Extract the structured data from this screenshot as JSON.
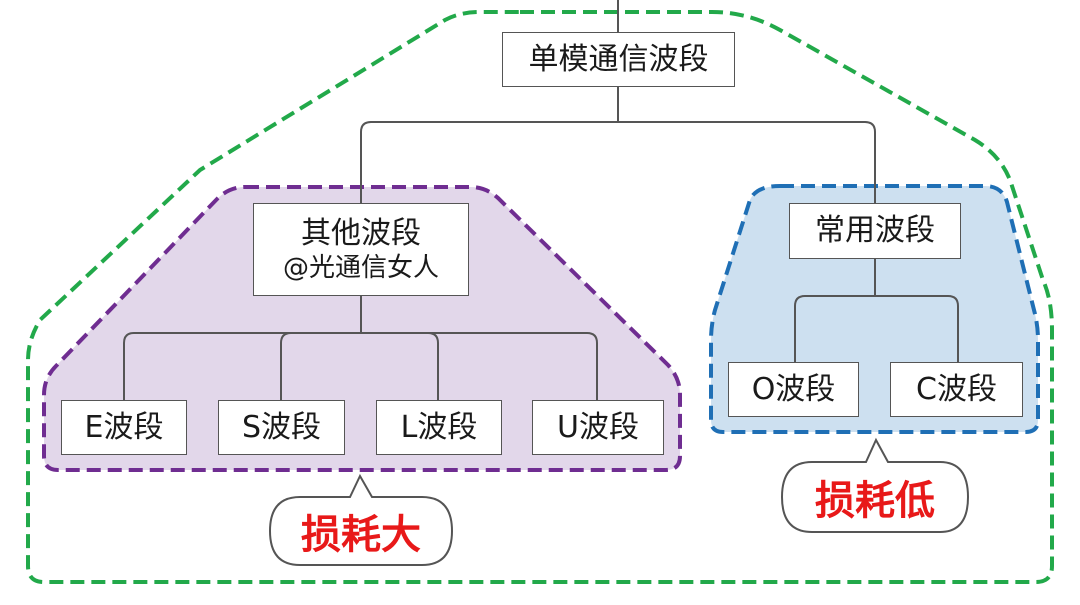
{
  "diagram": {
    "root": "单模通信波段",
    "other_band": {
      "label": "其他波段",
      "watermark": "@光通信女人"
    },
    "common_band": "常用波段",
    "other_children": [
      "E波段",
      "S波段",
      "L波段",
      "U波段"
    ],
    "common_children": [
      "O波段",
      "C波段"
    ],
    "callout_high_loss": "损耗大",
    "callout_low_loss": "损耗低"
  },
  "colors": {
    "outer_border": "#22a94a",
    "other_group_fill": "#e2d7ea",
    "other_group_border": "#6f2d91",
    "common_group_fill": "#cde0f0",
    "common_group_border": "#1f6fb5",
    "callout_text": "#e81919",
    "connector": "#555555"
  }
}
